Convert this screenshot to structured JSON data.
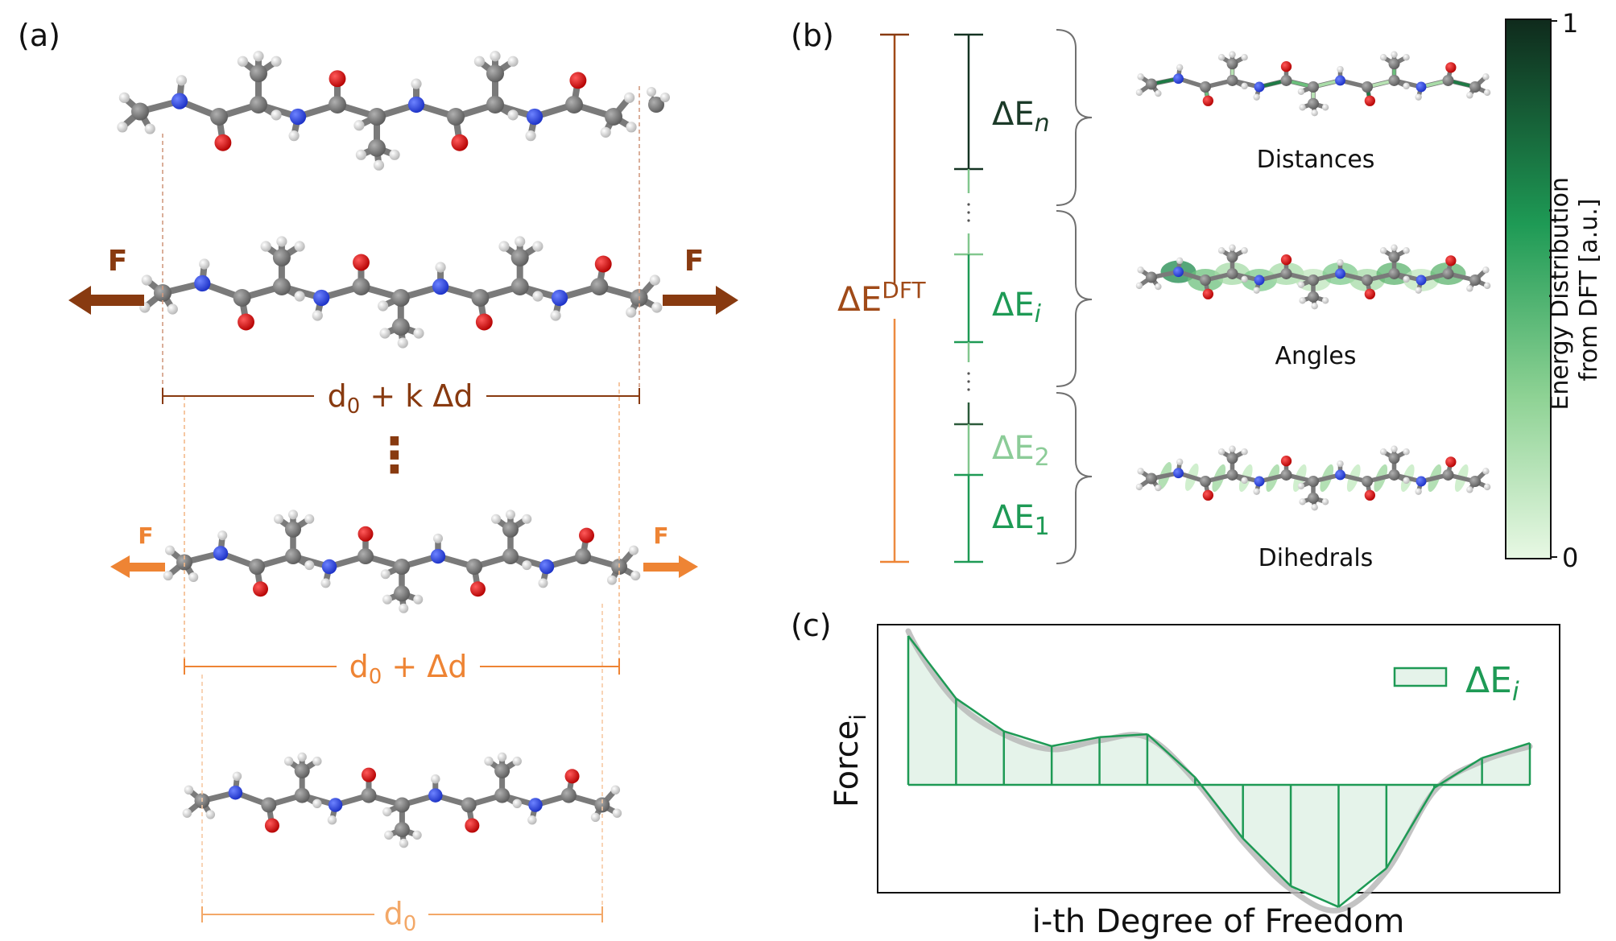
{
  "panel_a": {
    "label": "(a)",
    "force": "F",
    "len_k_main": "d",
    "len_k_sub": "0",
    "len_k_rest": " + k Δd",
    "dots": "⋮",
    "len_1_main": "d",
    "len_1_sub": "0",
    "len_1_rest": " + Δd",
    "len_0_main": "d",
    "len_0_sub": "0"
  },
  "panel_b": {
    "label": "(b)",
    "dft_main": "ΔE",
    "dft_sup": "DFT",
    "terms": [
      {
        "main": "ΔE",
        "sub": "n"
      },
      {
        "main": "ΔE",
        "sub": "i"
      },
      {
        "main": "ΔE",
        "sub": "2"
      },
      {
        "main": "ΔE",
        "sub": "1"
      }
    ],
    "groups": [
      "Distances",
      "Angles",
      "Dihedrals"
    ],
    "colorbar": {
      "max": "1",
      "min": "0",
      "title_1": "Energy Distribution",
      "title_2": "from DFT [a.u.]"
    }
  },
  "panel_c": {
    "label": "(c)",
    "ylabel_main": "Force",
    "ylabel_sub": "i",
    "xlabel": "i-th Degree of Freedom",
    "legend_main": "ΔE",
    "legend_sub": "i"
  },
  "chart_data": {
    "type": "area",
    "x": [
      0,
      1,
      2,
      3,
      4,
      5,
      6,
      7,
      8,
      9,
      10,
      11,
      12,
      13
    ],
    "series": [
      {
        "values": [
          1.0,
          0.58,
          0.36,
          0.26,
          0.32,
          0.34,
          0.05,
          -0.36,
          -0.68,
          -0.82,
          -0.56,
          -0.02,
          0.18,
          0.28
        ]
      }
    ],
    "ylim": [
      -1.05,
      1.05
    ],
    "grid": false,
    "legend_placement": "top-right",
    "colors": {
      "bar": "#1e9a55",
      "fill": "#e5f3ea",
      "curve": "#b8b8b8"
    }
  },
  "colors": {
    "dark_brown": "#883a10",
    "orange": "#ee8434",
    "light_orange": "#f3a868",
    "green": "#1e9a55",
    "dark_green": "#143322",
    "light_green": "#82c78e"
  }
}
